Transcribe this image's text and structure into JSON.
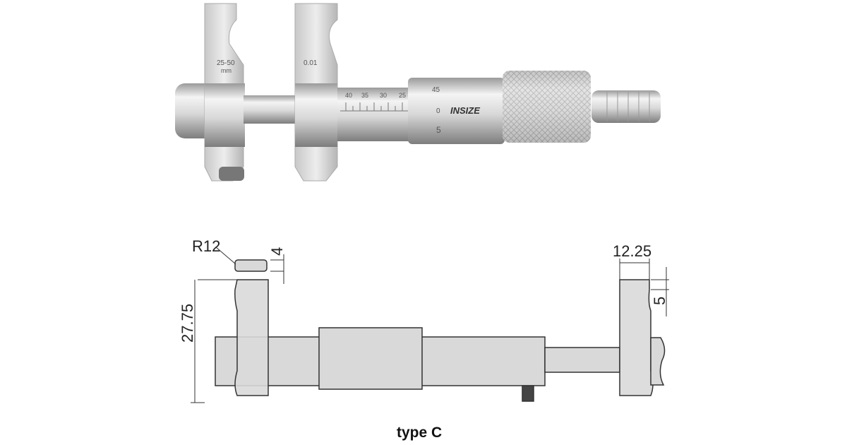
{
  "photo": {
    "range_label": "25-50",
    "unit_label": "mm",
    "resolution_label": "0.01",
    "brand": "INSIZE",
    "sleeve_scale": [
      "40",
      "35",
      "30",
      "25"
    ],
    "thimble_scale": [
      "45",
      "0",
      "5"
    ]
  },
  "drawing": {
    "dimensions": {
      "radius": "R12",
      "tip_height": "4",
      "jaw_height": "27.75",
      "jaw_width": "12.25",
      "jaw_notch": "5"
    },
    "caption": "type C"
  },
  "colors": {
    "drawing_fill": "#d9d9d9",
    "drawing_stroke": "#333333",
    "metal_light": "#f2f2f2",
    "metal_dark": "#8a8a8a"
  }
}
